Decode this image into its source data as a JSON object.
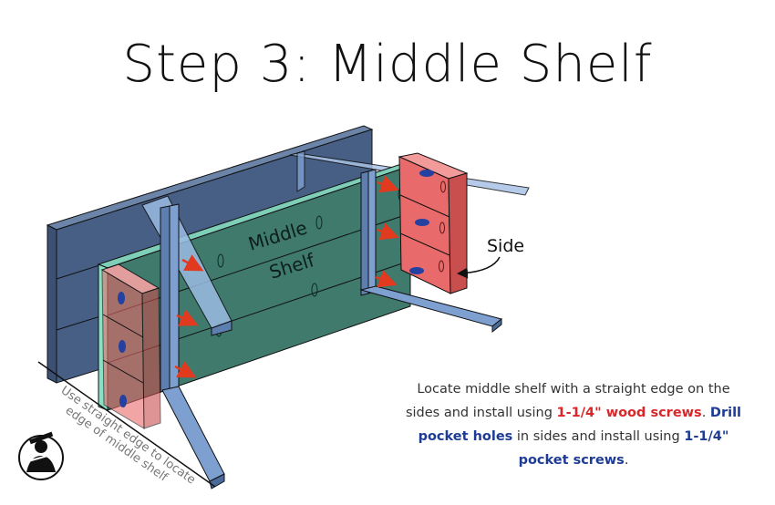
{
  "title": "Step 3: Middle Shelf",
  "labels": {
    "middle_shelf_line1": "Middle",
    "middle_shelf_line2": "Shelf",
    "side": "Side",
    "straight_edge_line1": "Use straight edge to locate",
    "straight_edge_line2": "edge of middle shelf"
  },
  "instructions": {
    "part1": "Locate middle shelf with a straight edge on the sides and install using ",
    "wood_screws": "1-1/4\" wood screws",
    "part2": ". ",
    "drill_pocket_holes": "Drill pocket holes",
    "part3": " in sides and install using ",
    "pocket_screws": "1-1/4\" pocket screws",
    "part4": "."
  },
  "colors": {
    "back_panel": "#475f85",
    "shelf": "#3f7a6c",
    "side_panel": "#e96a6a",
    "leg": "#7da0d0",
    "arrow": "#e23a1e",
    "pocket_hole": "#2440a0"
  },
  "logo": "woodworker-logo-icon"
}
